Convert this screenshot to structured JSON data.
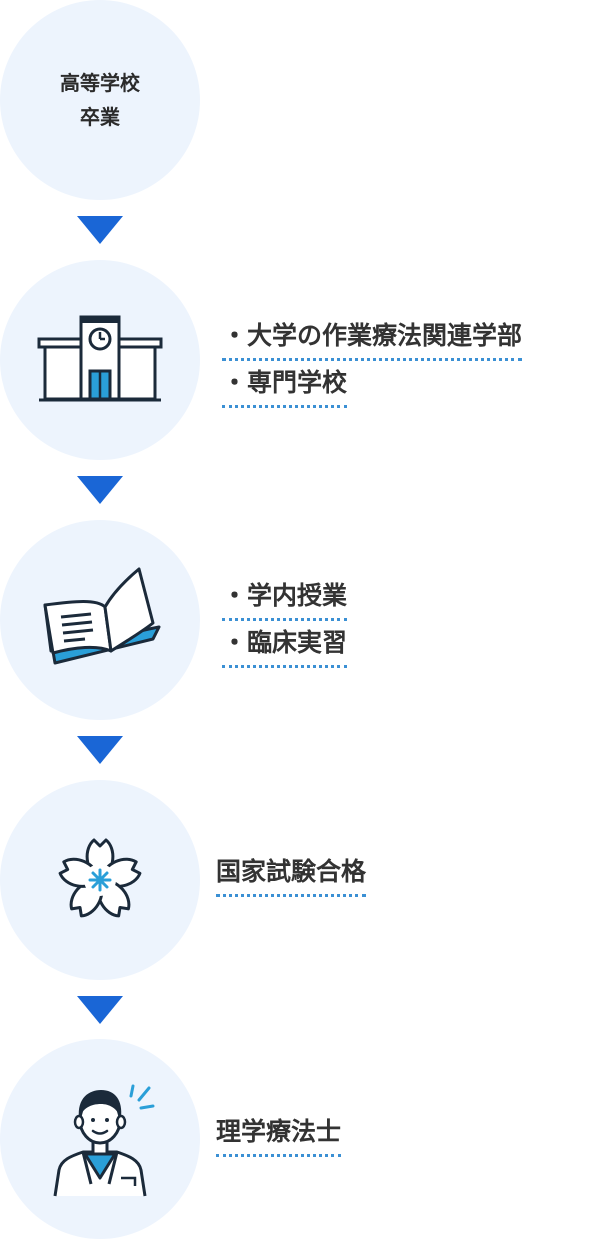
{
  "steps": [
    {
      "circle_text": [
        "高等学校",
        "卒業"
      ]
    },
    {
      "icon": "school-building-icon",
      "labels": [
        "・大学の作業療法関連学部",
        "・専門学校"
      ]
    },
    {
      "icon": "open-book-icon",
      "labels": [
        "・学内授業",
        "・臨床実習"
      ]
    },
    {
      "icon": "cherry-blossom-icon",
      "labels": [
        "国家試験合格"
      ]
    },
    {
      "icon": "therapist-person-icon",
      "labels": [
        "理学療法士"
      ]
    }
  ],
  "colors": {
    "circle_bg": "#edf4fd",
    "arrow": "#1a66d6",
    "accent": "#2a9fd8",
    "text": "#333333",
    "underline": "#3b90d4"
  }
}
